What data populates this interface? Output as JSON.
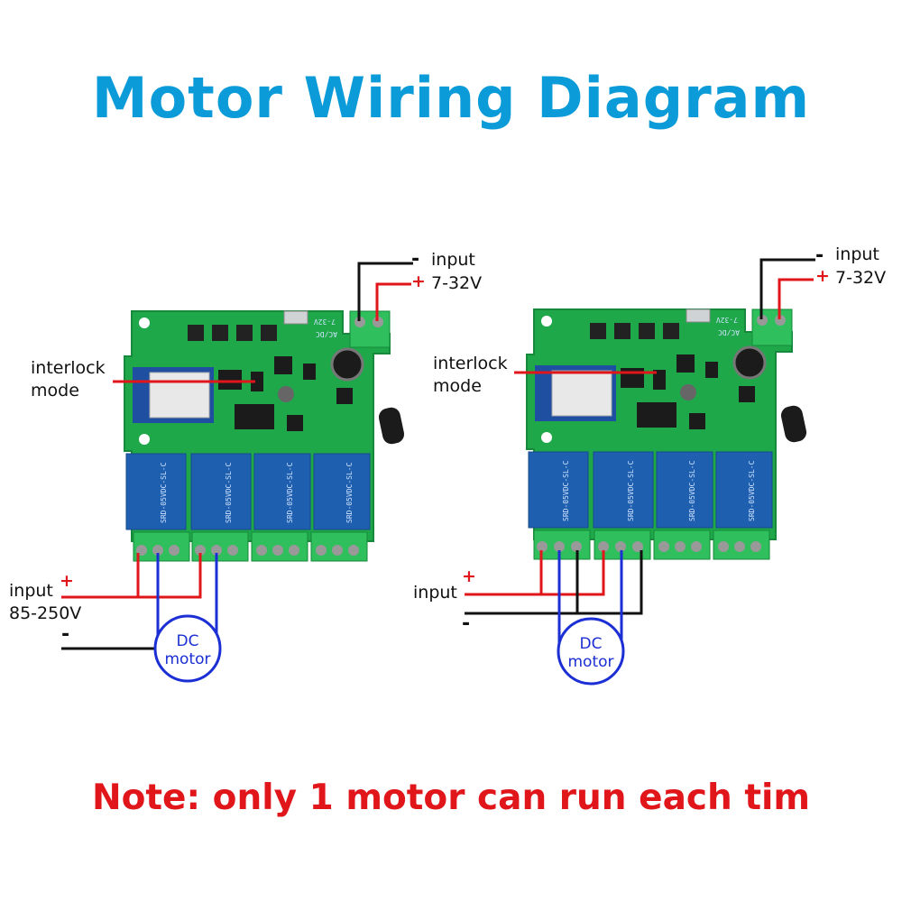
{
  "title": "Motor Wiring Diagram",
  "note": "Note: only 1 motor can run each tim",
  "colors": {
    "title": "#0a9bd8",
    "note": "#e0161b",
    "board": "#1fa84a",
    "relay": "#1f5fb0",
    "terminal": "#2fbf5c",
    "wire_red": "#e0161b",
    "wire_blue": "#1b2fd4",
    "wire_black": "#111111"
  },
  "left_diagram": {
    "dc_input_minus": "-",
    "dc_input_plus": "+",
    "dc_input_label": "input",
    "dc_input_voltage": "7-32V",
    "interlock_label_1": "interlock",
    "interlock_label_2": "mode",
    "ac_input_plus": "+",
    "ac_input_label": "input",
    "ac_input_voltage": "85-250V",
    "ac_input_minus": "-",
    "motor_label_1": "DC",
    "motor_label_2": "motor",
    "board_print": "7-32V",
    "board_print_2": "AC/DC"
  },
  "right_diagram": {
    "dc_input_minus": "-",
    "dc_input_plus": "+",
    "dc_input_label": "input",
    "dc_input_voltage": "7-32V",
    "interlock_label_1": "interlock",
    "interlock_label_2": "mode",
    "input_plus": "+",
    "input_label": "input",
    "input_minus": "-",
    "motor_label_1": "DC",
    "motor_label_2": "motor",
    "board_print": "7-32V",
    "board_print_2": "AC/DC"
  },
  "relay_print": "SRD-05VDC-SL-C"
}
